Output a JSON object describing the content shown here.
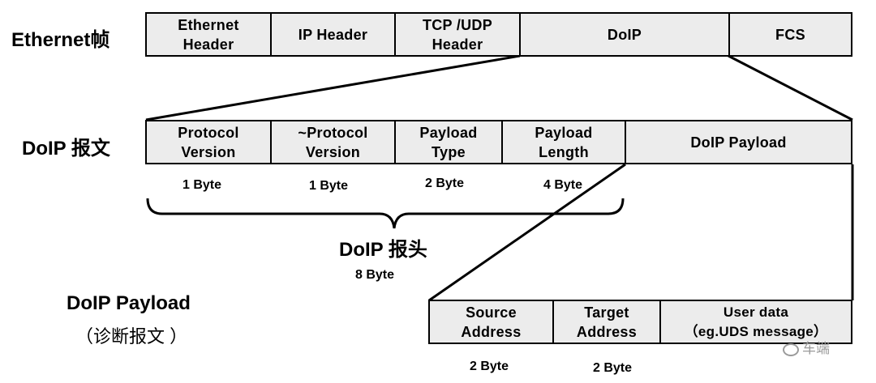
{
  "rows": {
    "ethernet": {
      "title": "Ethernet帧",
      "cells": [
        {
          "text": "Ethernet\nHeader"
        },
        {
          "text": "IP Header"
        },
        {
          "text": "TCP /UDP\nHeader"
        },
        {
          "text": "DoIP"
        },
        {
          "text": "FCS"
        }
      ]
    },
    "doip": {
      "title": "DoIP 报文",
      "cells": [
        {
          "text": "Protocol\nVersion",
          "size": "1 Byte"
        },
        {
          "text": "~Protocol\nVersion",
          "size": "1 Byte"
        },
        {
          "text": "Payload\nType",
          "size": "2 Byte"
        },
        {
          "text": "Payload\nLength",
          "size": "4 Byte"
        },
        {
          "text": "DoIP Payload"
        }
      ],
      "header_label": "DoIP 报头",
      "header_size": "8 Byte"
    },
    "payload": {
      "title": "DoIP Payload",
      "subtitle": "（诊断报文 ）",
      "cells": [
        {
          "text": "Source\nAddress",
          "size": "2 Byte"
        },
        {
          "text": "Target\nAddress",
          "size": "2 Byte"
        },
        {
          "text": "User data\n（eg.UDS message）"
        }
      ]
    }
  },
  "watermark": "车端"
}
